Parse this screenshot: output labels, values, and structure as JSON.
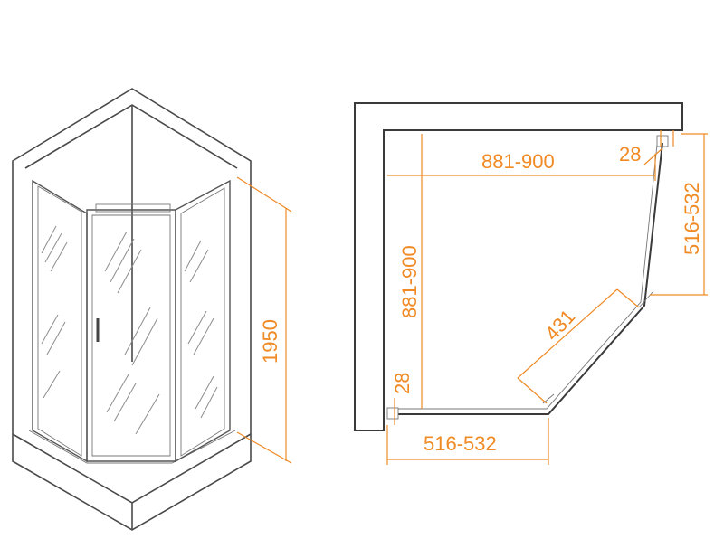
{
  "colors": {
    "dimension": "#f08a24",
    "outline": "#4a4a4a"
  },
  "isometric_view": {
    "height_label": "1950"
  },
  "plan_view": {
    "width_top": "881-900",
    "depth_left": "881-900",
    "side_right": "516-532",
    "side_bottom": "516-532",
    "diagonal": "431",
    "profile_top": "28",
    "profile_left": "28"
  }
}
